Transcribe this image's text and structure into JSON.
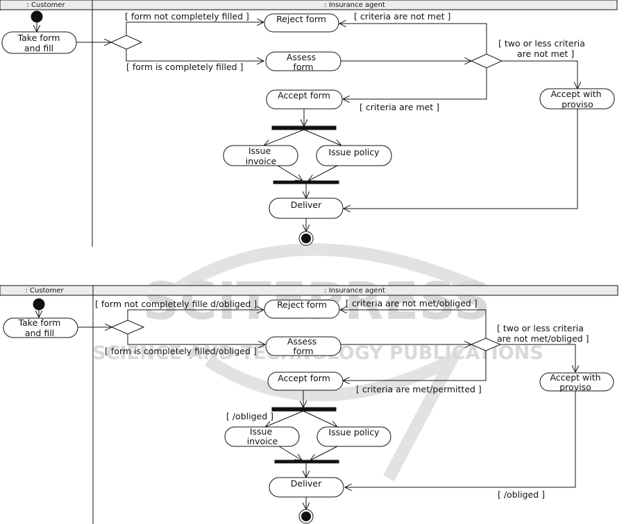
{
  "watermark": {
    "main": "SCITEPRESS",
    "sub": "SCIENCE AND TECHNOLOGY PUBLICATIONS"
  },
  "diagram1": {
    "lanes": [
      ": Customer",
      ": Insurance agent"
    ],
    "nodes": {
      "take_form": [
        "Take form",
        "and fill"
      ],
      "reject": [
        "Reject form"
      ],
      "assess": [
        "Assess",
        "form"
      ],
      "accept": [
        "Accept form"
      ],
      "accept_proviso": [
        "Accept with",
        "proviso"
      ],
      "issue_invoice": [
        "Issue",
        "invoice"
      ],
      "issue_policy": [
        "Issue policy"
      ],
      "deliver": [
        "Deliver"
      ]
    },
    "guards": {
      "not_filled": "[ form not completely filled ]",
      "filled": "[ form is completely filled ]",
      "not_met": "[ criteria are not met ]",
      "two_less": [
        "[ two or less criteria",
        "are not met ]"
      ],
      "met": "[ criteria are met ]"
    }
  },
  "diagram2": {
    "lanes": [
      ": Customer",
      ": Insurance agent"
    ],
    "nodes": {
      "take_form": [
        "Take form",
        "and fill"
      ],
      "reject": [
        "Reject form"
      ],
      "assess": [
        "Assess",
        "form"
      ],
      "accept": [
        "Accept form"
      ],
      "accept_proviso": [
        "Accept with",
        "proviso"
      ],
      "issue_invoice": [
        "Issue",
        "invoice"
      ],
      "issue_policy": [
        "Issue policy"
      ],
      "deliver": [
        "Deliver"
      ]
    },
    "guards": {
      "not_filled": "[ form not completely fille d/obliged ]",
      "filled": "[ form is completely filled/obliged ]",
      "not_met": "[ criteria are not met/obliged ]",
      "two_less": [
        "[ two or less criteria",
        "are not met/obliged ]"
      ],
      "met": "[ criteria are met/permitted ]",
      "obliged_fork": "[ /obliged ]",
      "obliged_deliver": "[ /obliged ]"
    }
  }
}
